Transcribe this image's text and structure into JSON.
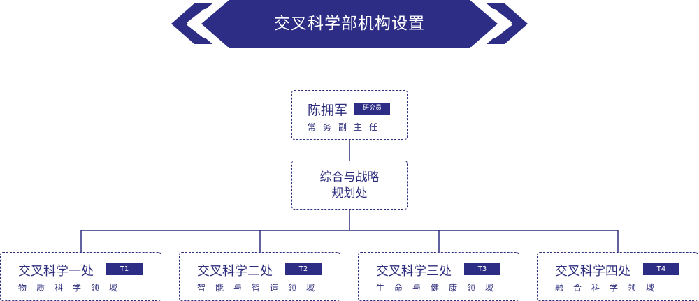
{
  "banner": {
    "title": "交叉科学部机构设置"
  },
  "head": {
    "name": "陈拥军",
    "tag": "研究员",
    "role": "常务副主任"
  },
  "office": {
    "line1": "综合与战略",
    "line2": "规划处"
  },
  "departments": [
    {
      "name": "交叉科学一处",
      "tag": "T1",
      "field": "物质科学领域"
    },
    {
      "name": "交叉科学二处",
      "tag": "T2",
      "field": "智能与智造领域"
    },
    {
      "name": "交叉科学三处",
      "tag": "T3",
      "field": "生命与健康领域"
    },
    {
      "name": "交叉科学四处",
      "tag": "T4",
      "field": "融合科学领域"
    }
  ],
  "colors": {
    "primary": "#2d2d86",
    "line": "#2d2d7d",
    "background": "#ffffff"
  }
}
